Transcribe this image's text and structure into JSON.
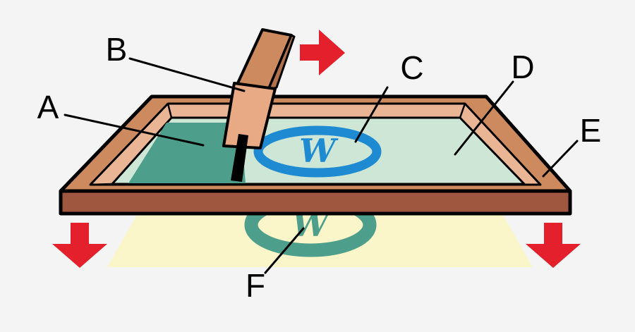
{
  "labels": {
    "a": "A",
    "b": "B",
    "c": "C",
    "d": "D",
    "e": "E",
    "f": "F"
  },
  "mark_letter": "W",
  "colors": {
    "background": "#f4f4f4",
    "frame_top": "#cd8a5f",
    "frame_front": "#a0573f",
    "frame_inner": "#e9b595",
    "mesh": "#cde6d5",
    "ink": "#4e9e8c",
    "stencil_ring": "#1e8ad1",
    "printed_ring": "#4e9e8c",
    "paper": "#fbf6c9",
    "squeegee_front": "#e8a985",
    "squeegee_side": "#cd8a5f",
    "arrow": "#e3202b"
  },
  "icons": [
    "arrow-right-icon",
    "arrow-down-icon"
  ]
}
